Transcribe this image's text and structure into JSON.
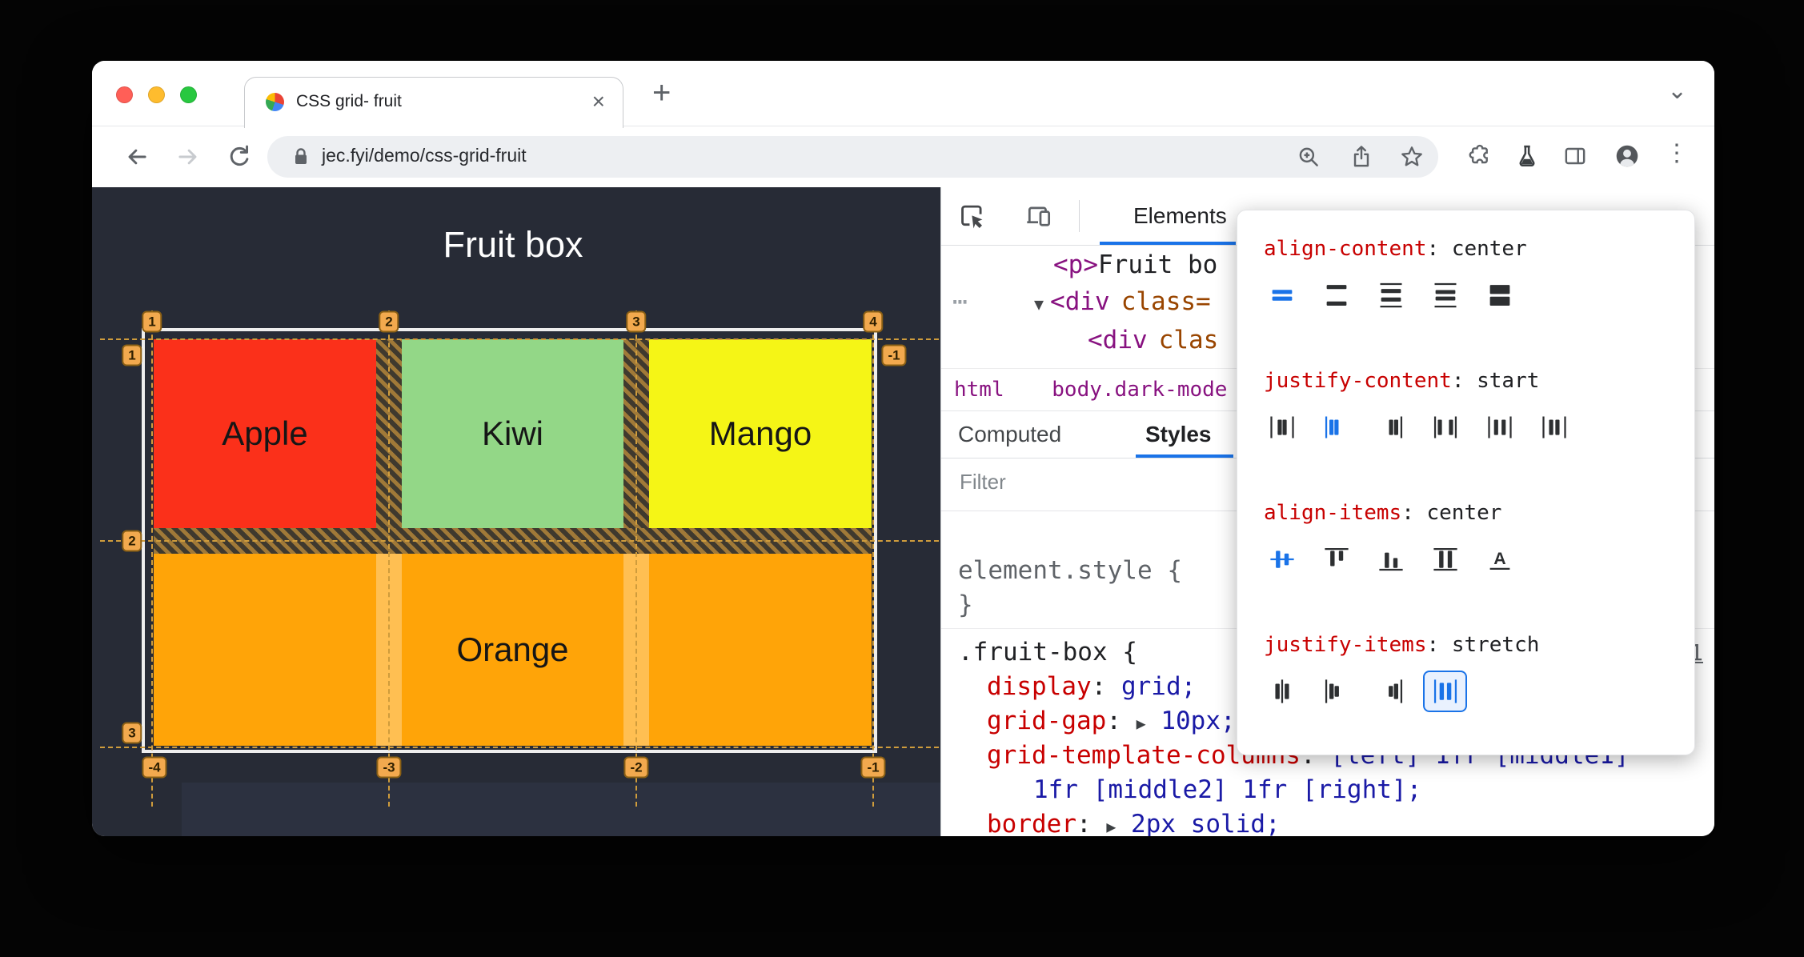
{
  "browser": {
    "tab_title": "CSS grid- fruit",
    "url": "jec.fyi/demo/css-grid-fruit",
    "icons": {
      "close_tab": "×",
      "new_tab": "+",
      "tab_chevron": "⌄",
      "menu_dots": "⋮",
      "tree_gutter": "⋯",
      "tree_expanded": "▼",
      "shorthand_expand": "▶"
    }
  },
  "page": {
    "title": "Fruit box",
    "fruits": {
      "apple": "Apple",
      "kiwi": "Kiwi",
      "mango": "Mango",
      "orange": "Orange"
    },
    "colors": {
      "apple": "#fb301a",
      "kiwi": "#93d787",
      "mango": "#f5f516",
      "orange": "#ffa408",
      "overlay_line": "#cf9c3c",
      "page_background": "#272b36"
    },
    "grid_badges": {
      "top": [
        "1",
        "2",
        "3",
        "4"
      ],
      "left": [
        "1",
        "2",
        "3"
      ],
      "bottom": [
        "-4",
        "-3",
        "-2",
        "-1"
      ],
      "right": [
        "-1"
      ]
    }
  },
  "devtools": {
    "panel_tab": "Elements",
    "tree": {
      "line1": {
        "tag": "<p>",
        "text": "Fruit bo"
      },
      "line2": {
        "tag": "<div",
        "attr": "class="
      },
      "line3": {
        "tag": "<div",
        "attr": "clas"
      }
    },
    "breadcrumbs": {
      "html": "html",
      "body": "body.dark-mode"
    },
    "tabs": {
      "computed": "Computed",
      "styles": "Styles"
    },
    "filter_placeholder": "Filter",
    "styles": {
      "syntax": {
        "open": "{",
        "close": "}",
        "colon": ": "
      },
      "rule1": {
        "selector": "element.style"
      },
      "rule2": {
        "selector": ".fruit-box",
        "source_link": "1",
        "display": {
          "name": "display",
          "value": "grid;"
        },
        "grid_gap": {
          "name": "grid-gap",
          "value": "10px;"
        },
        "gtc": {
          "name": "grid-template-columns",
          "value1": "[left] 1fr [middle1]",
          "value2": "1fr [middle2] 1fr [right];"
        },
        "border": {
          "name": "border",
          "value": "2px solid;"
        }
      }
    },
    "popup": {
      "sections": [
        {
          "property": "align-content",
          "value": "center",
          "options": [
            "center",
            "space-between",
            "space-around",
            "space-evenly",
            "stretch"
          ],
          "selected": "center"
        },
        {
          "property": "justify-content",
          "value": "start",
          "options": [
            "center",
            "start",
            "end",
            "space-between",
            "space-around",
            "space-evenly"
          ],
          "selected": "start"
        },
        {
          "property": "align-items",
          "value": "center",
          "options": [
            "center",
            "start",
            "end",
            "stretch",
            "baseline"
          ],
          "selected": "center"
        },
        {
          "property": "justify-items",
          "value": "stretch",
          "options": [
            "center",
            "start",
            "end",
            "stretch"
          ],
          "selected": "stretch"
        }
      ],
      "accent_color": "#1a73e8"
    }
  }
}
